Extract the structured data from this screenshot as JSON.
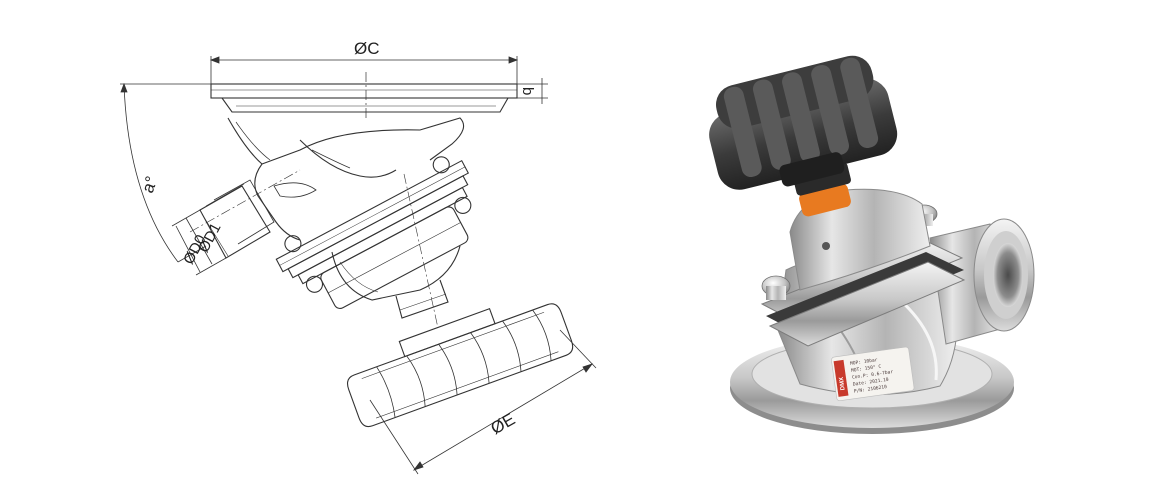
{
  "drawing": {
    "dimension_labels": {
      "flange_diameter": "ØC",
      "flange_thickness": "b",
      "angle": "a°",
      "port_diameters": "ØD1\nØD0",
      "port_d1": "ØD1",
      "port_d0": "ØD0",
      "handwheel_diameter": "ØE"
    }
  },
  "photo": {
    "nameplate": {
      "brand": "DMX",
      "lines": [
        "MOP: 10bar",
        "MOT: 150° C",
        "Con.P: 0.6-7bar",
        "Date: 2021.10",
        "P/N: 2106210"
      ]
    }
  }
}
